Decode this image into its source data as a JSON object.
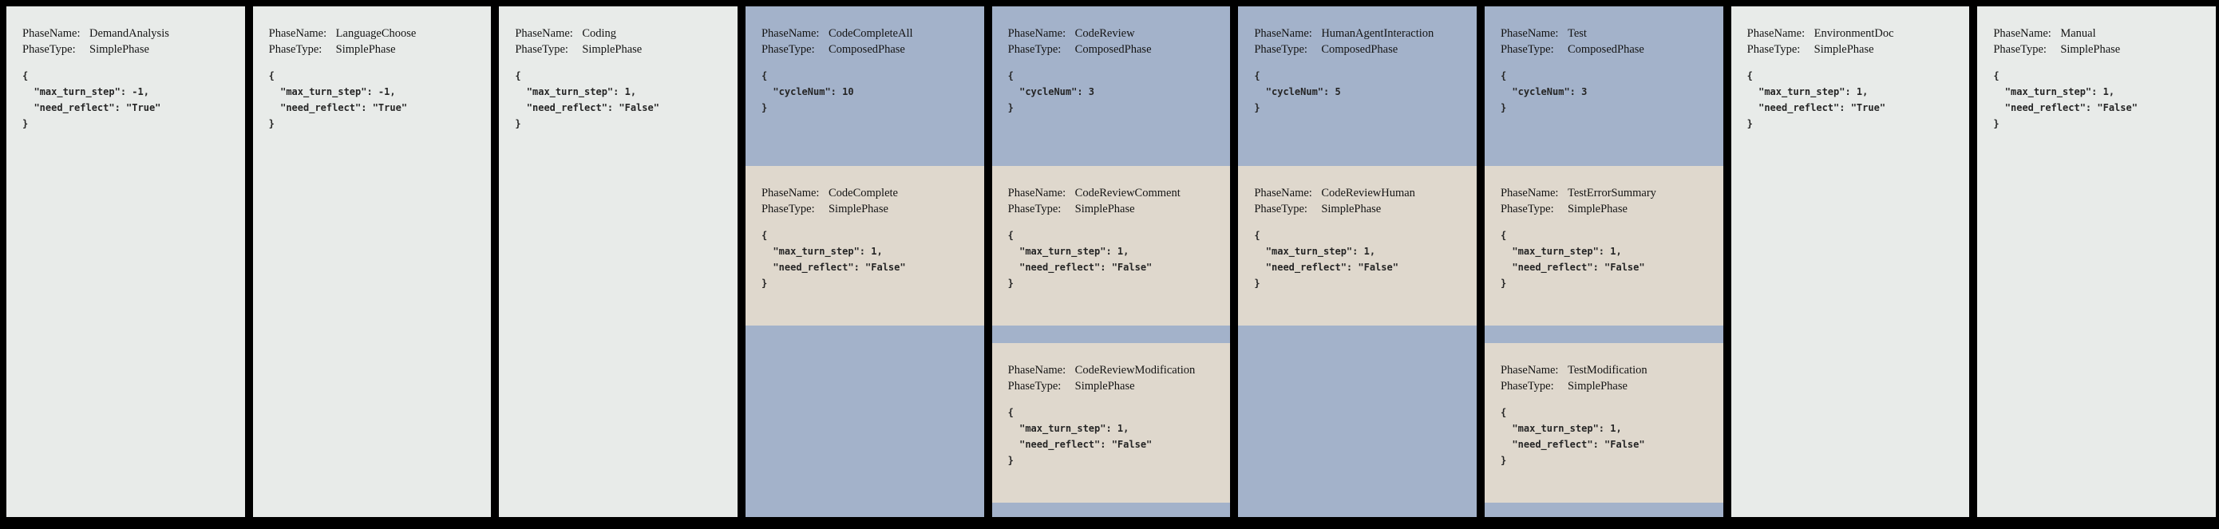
{
  "colors": {
    "background": "#000000",
    "simple_phase_bg": "#e8ebe9",
    "composed_phase_bg": "#a3b2ca",
    "nested_phase_bg": "#dfd8cd",
    "text": "#141414"
  },
  "labels": {
    "phase_name": "PhaseName:",
    "phase_type": "PhaseType:"
  },
  "phases": [
    {
      "name": "DemandAnalysis",
      "type": "SimplePhase",
      "config": [
        "{",
        "  \"max_turn_step\": -1,",
        "  \"need_reflect\": \"True\"",
        "}"
      ],
      "children": []
    },
    {
      "name": "LanguageChoose",
      "type": "SimplePhase",
      "config": [
        "{",
        "  \"max_turn_step\": -1,",
        "  \"need_reflect\": \"True\"",
        "}"
      ],
      "children": []
    },
    {
      "name": "Coding",
      "type": "SimplePhase",
      "config": [
        "{",
        "  \"max_turn_step\": 1,",
        "  \"need_reflect\": \"False\"",
        "}"
      ],
      "children": []
    },
    {
      "name": "CodeCompleteAll",
      "type": "ComposedPhase",
      "config": [
        "{",
        "  \"cycleNum\": 10",
        "}"
      ],
      "children": [
        {
          "name": "CodeComplete",
          "type": "SimplePhase",
          "config": [
            "{",
            "  \"max_turn_step\": 1,",
            "  \"need_reflect\": \"False\"",
            "}"
          ]
        }
      ]
    },
    {
      "name": "CodeReview",
      "type": "ComposedPhase",
      "config": [
        "{",
        "  \"cycleNum\": 3",
        "}"
      ],
      "children": [
        {
          "name": "CodeReviewComment",
          "type": "SimplePhase",
          "config": [
            "{",
            "  \"max_turn_step\": 1,",
            "  \"need_reflect\": \"False\"",
            "}"
          ]
        },
        {
          "name": "CodeReviewModification",
          "type": "SimplePhase",
          "config": [
            "{",
            "  \"max_turn_step\": 1,",
            "  \"need_reflect\": \"False\"",
            "}"
          ]
        }
      ]
    },
    {
      "name": "HumanAgentInteraction",
      "type": "ComposedPhase",
      "config": [
        "{",
        "  \"cycleNum\": 5",
        "}"
      ],
      "children": [
        {
          "name": "CodeReviewHuman",
          "type": "SimplePhase",
          "config": [
            "{",
            "  \"max_turn_step\": 1,",
            "  \"need_reflect\": \"False\"",
            "}"
          ]
        }
      ]
    },
    {
      "name": "Test",
      "type": "ComposedPhase",
      "config": [
        "{",
        "  \"cycleNum\": 3",
        "}"
      ],
      "children": [
        {
          "name": "TestErrorSummary",
          "type": "SimplePhase",
          "config": [
            "{",
            "  \"max_turn_step\": 1,",
            "  \"need_reflect\": \"False\"",
            "}"
          ]
        },
        {
          "name": "TestModification",
          "type": "SimplePhase",
          "config": [
            "{",
            "  \"max_turn_step\": 1,",
            "  \"need_reflect\": \"False\"",
            "}"
          ]
        }
      ]
    },
    {
      "name": "EnvironmentDoc",
      "type": "SimplePhase",
      "config": [
        "{",
        "  \"max_turn_step\": 1,",
        "  \"need_reflect\": \"True\"",
        "}"
      ],
      "children": []
    },
    {
      "name": "Manual",
      "type": "SimplePhase",
      "config": [
        "{",
        "  \"max_turn_step\": 1,",
        "  \"need_reflect\": \"False\"",
        "}"
      ],
      "children": []
    }
  ]
}
